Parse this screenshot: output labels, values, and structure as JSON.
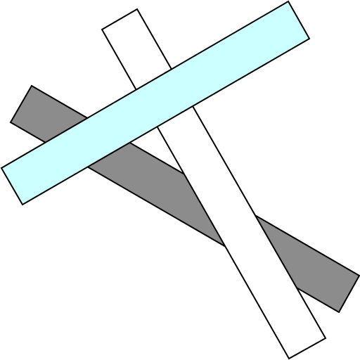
{
  "scene": {
    "background": "#ffffff",
    "outline_color": "#000000",
    "sticks": [
      {
        "name": "gray-stick",
        "fill": "#8c8c8c"
      },
      {
        "name": "white-stick",
        "fill": "#ffffff"
      },
      {
        "name": "cyan-stick",
        "fill": "#ccffff"
      }
    ],
    "stacking_order_bottom_to_top": [
      "gray-stick",
      "white-stick",
      "cyan-stick"
    ],
    "occlusions": [
      {
        "over": "white-stick",
        "under": "gray-stick"
      },
      {
        "over": "cyan-stick",
        "under": "white-stick"
      },
      {
        "over": "cyan-stick",
        "under": "gray-stick"
      }
    ]
  }
}
